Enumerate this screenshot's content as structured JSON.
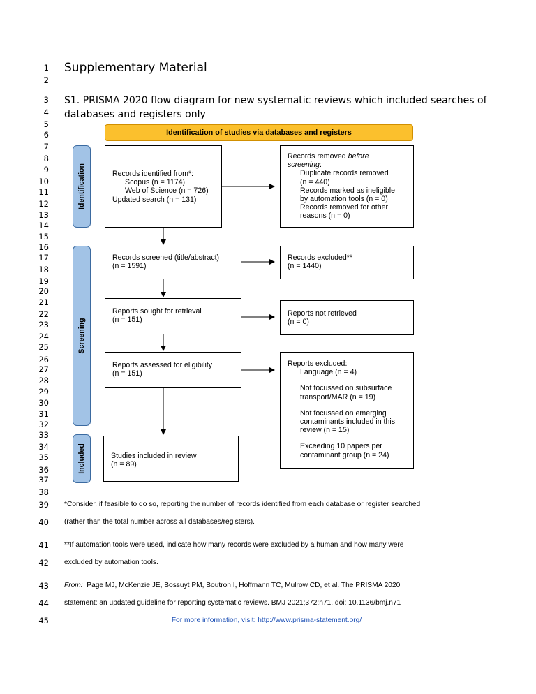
{
  "title": "Supplementary Material",
  "section_title_line1": "S1. PRISMA 2020 flow diagram for new systematic reviews which included searches of",
  "section_title_line2": "databases and registers only",
  "banner": "Identification of studies via databases and registers",
  "phases": {
    "identification": "Identification",
    "screening": "Screening",
    "included": "Included"
  },
  "boxes": {
    "identified": {
      "line1": "Records identified from*:",
      "line2": "Scopus (n = 1174)",
      "line3": "Web of Science (n = 726)",
      "line4": "Updated search (n = 131)"
    },
    "removed": {
      "line1": "Records removed ",
      "line1_italic": "before",
      "line2_italic": "screening",
      "line2_rest": ":",
      "line3": "Duplicate records removed",
      "line4": "(n = 440)",
      "line5": "Records marked as ineligible",
      "line6": "by automation tools (n = 0)",
      "line7": "Records removed for other",
      "line8": "reasons (n = 0)"
    },
    "screened": {
      "line1": "Records screened (title/abstract)",
      "line2": "(n = 1591)"
    },
    "excluded": {
      "line1": "Records excluded**",
      "line2": "(n = 1440)"
    },
    "sought": {
      "line1": "Reports sought for retrieval",
      "line2": "(n = 151)"
    },
    "not_retrieved": {
      "line1": "Reports not retrieved",
      "line2": "(n = 0)"
    },
    "assessed": {
      "line1": "Reports assessed for eligibility",
      "line2": "(n = 151)"
    },
    "reports_excluded": {
      "line1": "Reports excluded:",
      "line2": "Language (n = 4)",
      "line3": "Not focussed on subsurface",
      "line4": "transport/MAR (n = 19)",
      "line5": "Not focussed on emerging",
      "line6": "contaminants included in this",
      "line7": "review (n = 15)",
      "line8": "Exceeding 10 papers per",
      "line9": "contaminant group (n = 24)"
    },
    "included": {
      "line1": "Studies included in review",
      "line2": "(n = 89)"
    }
  },
  "footnotes": {
    "f1_line1": "*Consider, if feasible to do so, reporting the number of records identified from each database or register searched",
    "f1_line2": "(rather than the total number across all databases/registers).",
    "f2_line1": "**If automation tools were used, indicate how many records were excluded by a human and how many were",
    "f2_line2": "excluded by automation tools.",
    "from_label": "From:",
    "from_line1": "Page MJ, McKenzie JE, Bossuyt PM, Boutron I, Hoffmann TC, Mulrow CD, et al. The PRISMA 2020",
    "from_line2": "statement: an updated guideline for reporting systematic reviews. BMJ 2021;372:n71. doi: 10.1136/bmj.n71",
    "more_info": "For more information, visit: ",
    "more_info_link": "http://www.prisma-statement.org/"
  },
  "line_numbers": [
    "1",
    "2",
    "3",
    "4",
    "5",
    "6",
    "7",
    "8",
    "9",
    "10",
    "11",
    "12",
    "13",
    "14",
    "15",
    "16",
    "17",
    "18",
    "19",
    "20",
    "21",
    "22",
    "23",
    "24",
    "25",
    "26",
    "27",
    "28",
    "29",
    "30",
    "31",
    "32",
    "33",
    "34",
    "35",
    "36",
    "37",
    "38",
    "39",
    "40",
    "41",
    "42",
    "43",
    "44",
    "45"
  ]
}
